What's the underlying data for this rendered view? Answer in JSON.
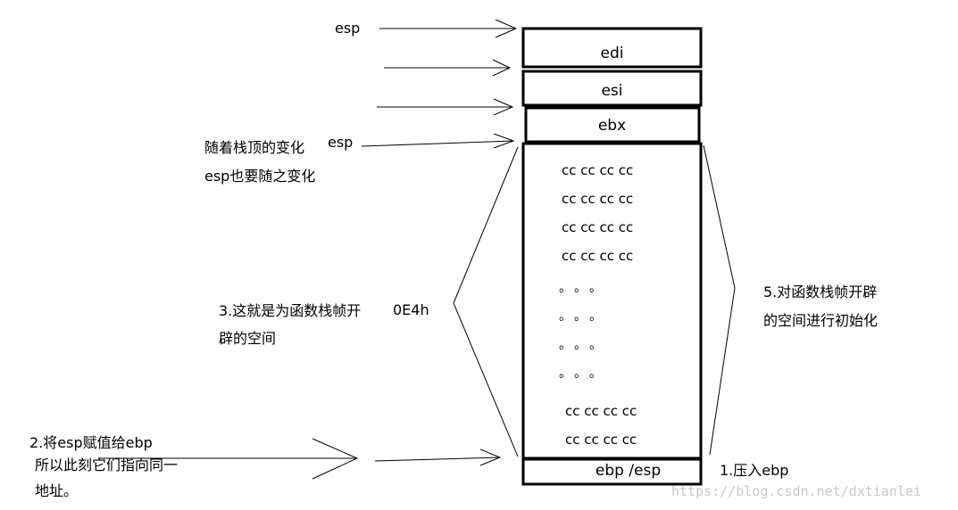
{
  "stack_slots": {
    "edi": "edi",
    "esi": "esi",
    "ebx": "ebx",
    "ebp_esp": "ebp /esp"
  },
  "frame_fill": {
    "rows_top": [
      "cc cc cc cc",
      "cc cc cc cc",
      "cc cc cc cc",
      "cc cc cc cc"
    ],
    "dot_rows": [
      "。。。",
      "。。。",
      "。。。",
      "。。。"
    ],
    "rows_bottom": [
      "cc cc cc cc",
      "cc cc cc cc"
    ]
  },
  "labels": {
    "esp_top": "esp",
    "esp_mid": "esp",
    "stack_top_change_line1": "随着栈顶的变化",
    "stack_top_change_line2": "esp也要随之变化",
    "frame_note_line1": "3.这就是为函数栈帧开",
    "frame_note_line2": "辟的空间",
    "frame_size": "0E4h",
    "init_note_line1": "5.对函数栈帧开辟",
    "init_note_line2": "的空间进行初始化",
    "assign_note_line1": "2.将esp赋值给ebp",
    "assign_note_line2": "所以此刻它们指向同一",
    "assign_note_line3": "地址。",
    "push_ebp": "1.压入ebp"
  },
  "watermark": "https://blog.csdn.net/dxtianlei"
}
